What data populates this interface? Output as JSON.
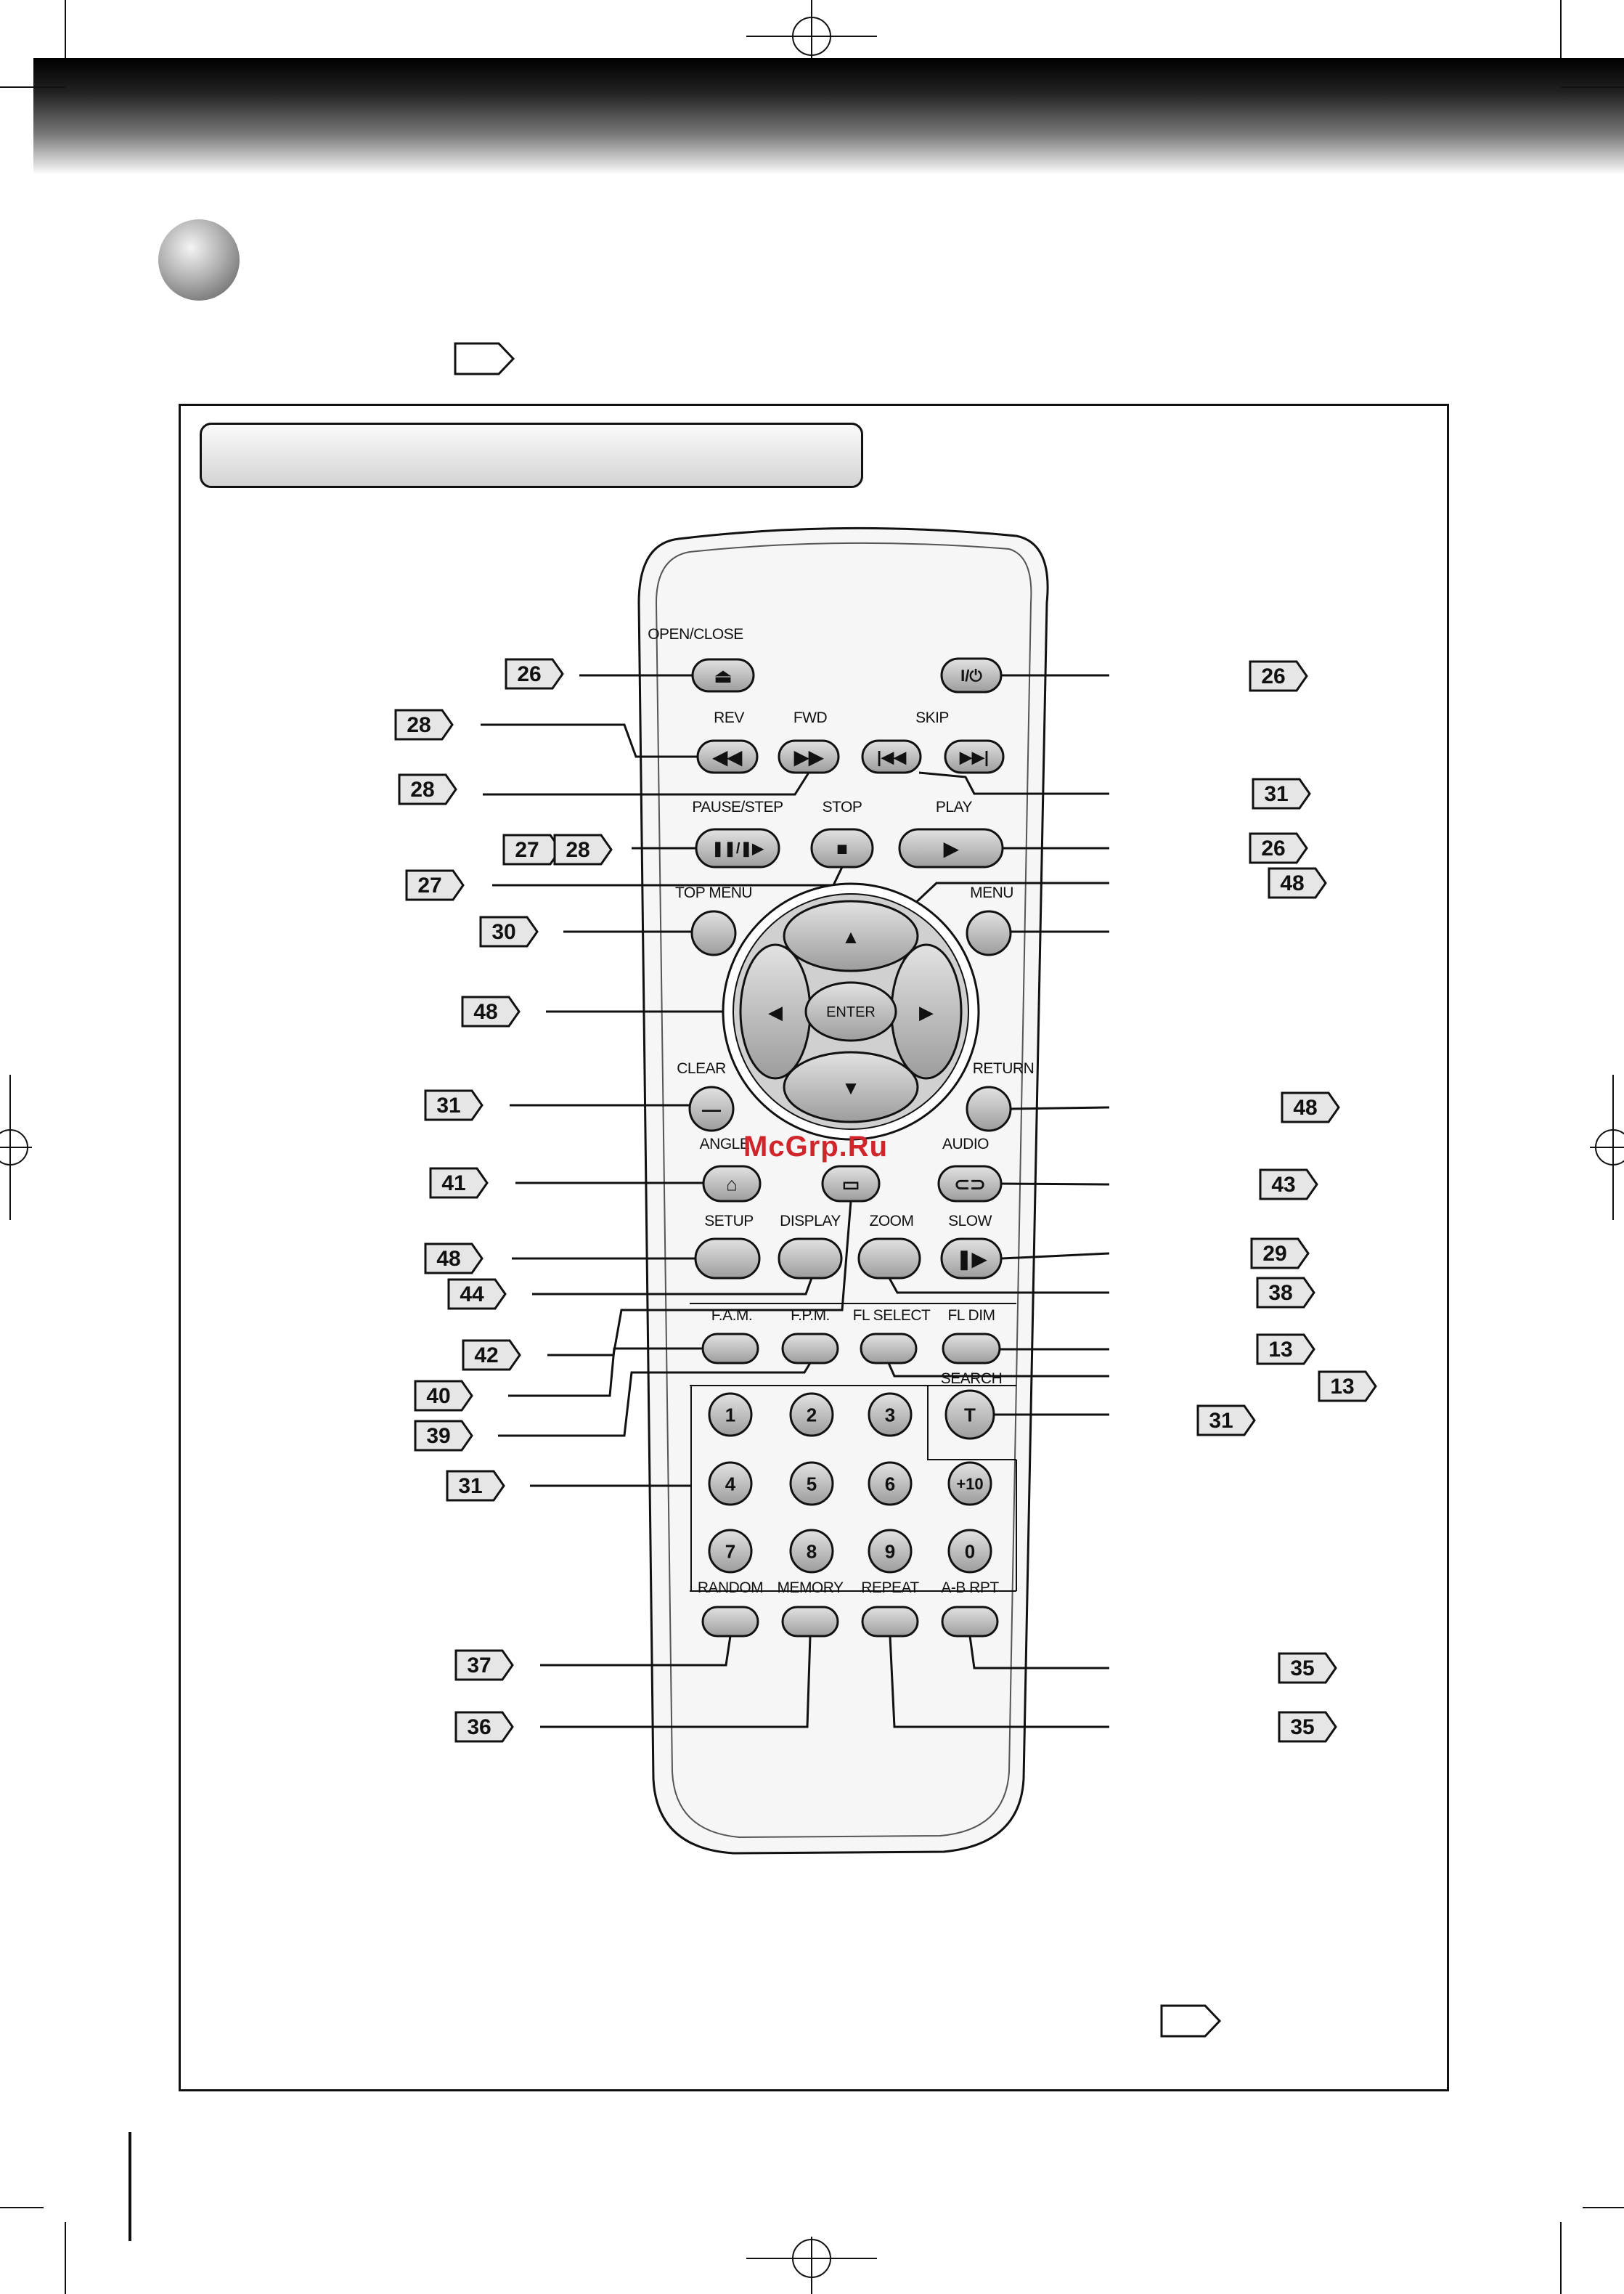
{
  "watermark": "McGrp.Ru",
  "colors": {
    "remote_body": "#f2f2f2",
    "button": "#bdbdbd",
    "ink": "#111111",
    "watermark": "#d0252b"
  },
  "buttons": [
    {
      "id": "open-close",
      "label": "OPEN/CLOSE",
      "symbol": "⏏",
      "icon": "eject-icon"
    },
    {
      "id": "power",
      "label": "",
      "symbol": "I/⏻",
      "icon": "power-icon"
    },
    {
      "id": "rev",
      "label": "REV",
      "symbol": "◀◀",
      "icon": "rewind-icon"
    },
    {
      "id": "fwd",
      "label": "FWD",
      "symbol": "▶▶",
      "icon": "fast-forward-icon"
    },
    {
      "id": "skip-back",
      "label": "SKIP",
      "symbol": "|◀◀",
      "icon": "skip-back-icon"
    },
    {
      "id": "skip-fwd",
      "label": "",
      "symbol": "▶▶|",
      "icon": "skip-forward-icon"
    },
    {
      "id": "pause-step",
      "label": "PAUSE/STEP",
      "symbol": "❚❚/❚▶",
      "icon": "pause-step-icon"
    },
    {
      "id": "stop",
      "label": "STOP",
      "symbol": "■",
      "icon": "stop-icon"
    },
    {
      "id": "play",
      "label": "PLAY",
      "symbol": "▶",
      "icon": "play-icon"
    },
    {
      "id": "top-menu",
      "label": "TOP MENU",
      "symbol": "",
      "icon": ""
    },
    {
      "id": "menu",
      "label": "MENU",
      "symbol": "",
      "icon": ""
    },
    {
      "id": "clear",
      "label": "CLEAR",
      "symbol": "—",
      "icon": "minus-icon"
    },
    {
      "id": "return",
      "label": "RETURN",
      "symbol": "",
      "icon": ""
    },
    {
      "id": "angle",
      "label": "ANGLE",
      "symbol": "⌂",
      "icon": "angle-icon"
    },
    {
      "id": "subtitle",
      "label": "",
      "symbol": "▭",
      "icon": "subtitle-icon"
    },
    {
      "id": "audio",
      "label": "AUDIO",
      "symbol": "⊂⊃",
      "icon": "audio-icon"
    },
    {
      "id": "setup",
      "label": "SETUP",
      "symbol": "",
      "icon": ""
    },
    {
      "id": "display",
      "label": "DISPLAY",
      "symbol": "",
      "icon": ""
    },
    {
      "id": "zoom",
      "label": "ZOOM",
      "symbol": "",
      "icon": ""
    },
    {
      "id": "slow",
      "label": "SLOW",
      "symbol": "❚▶",
      "icon": "slow-icon"
    },
    {
      "id": "fam",
      "label": "F.A.M.",
      "symbol": "",
      "icon": ""
    },
    {
      "id": "fpm",
      "label": "F.P.M.",
      "symbol": "",
      "icon": ""
    },
    {
      "id": "fl-select",
      "label": "FL SELECT",
      "symbol": "",
      "icon": ""
    },
    {
      "id": "fl-dim",
      "label": "FL DIM",
      "symbol": "",
      "icon": ""
    },
    {
      "id": "search",
      "label": "SEARCH",
      "symbol": "T",
      "icon": ""
    },
    {
      "id": "num-1",
      "label": "",
      "symbol": "1",
      "icon": ""
    },
    {
      "id": "num-2",
      "label": "",
      "symbol": "2",
      "icon": ""
    },
    {
      "id": "num-3",
      "label": "",
      "symbol": "3",
      "icon": ""
    },
    {
      "id": "num-4",
      "label": "",
      "symbol": "4",
      "icon": ""
    },
    {
      "id": "num-5",
      "label": "",
      "symbol": "5",
      "icon": ""
    },
    {
      "id": "num-6",
      "label": "",
      "symbol": "6",
      "icon": ""
    },
    {
      "id": "num-plus10",
      "label": "",
      "symbol": "+10",
      "icon": ""
    },
    {
      "id": "num-7",
      "label": "",
      "symbol": "7",
      "icon": ""
    },
    {
      "id": "num-8",
      "label": "",
      "symbol": "8",
      "icon": ""
    },
    {
      "id": "num-9",
      "label": "",
      "symbol": "9",
      "icon": ""
    },
    {
      "id": "num-0",
      "label": "",
      "symbol": "0",
      "icon": ""
    },
    {
      "id": "random",
      "label": "RANDOM",
      "symbol": "",
      "icon": ""
    },
    {
      "id": "memory",
      "label": "MEMORY",
      "symbol": "",
      "icon": ""
    },
    {
      "id": "repeat",
      "label": "REPEAT",
      "symbol": "",
      "icon": ""
    },
    {
      "id": "ab-rpt",
      "label": "A-B RPT",
      "symbol": "",
      "icon": ""
    }
  ],
  "dpad": {
    "enter": "ENTER",
    "up": "▲",
    "down": "▼",
    "left": "◀",
    "right": "▶"
  },
  "page_refs": [
    {
      "id": "r-open-close",
      "value": "26"
    },
    {
      "id": "r-rev",
      "value": "28"
    },
    {
      "id": "r-fwd",
      "value": "28"
    },
    {
      "id": "r-pause-a",
      "value": "27"
    },
    {
      "id": "r-pause-b",
      "value": "28"
    },
    {
      "id": "r-stop",
      "value": "27"
    },
    {
      "id": "r-top-menu",
      "value": "30"
    },
    {
      "id": "r-dpad",
      "value": "48"
    },
    {
      "id": "r-clear",
      "value": "31"
    },
    {
      "id": "r-angle",
      "value": "41"
    },
    {
      "id": "r-setup",
      "value": "48"
    },
    {
      "id": "r-display",
      "value": "44"
    },
    {
      "id": "r-fam",
      "value": "42"
    },
    {
      "id": "r-subtitle",
      "value": "40"
    },
    {
      "id": "r-fpm",
      "value": "39"
    },
    {
      "id": "r-numpad",
      "value": "31"
    },
    {
      "id": "r-random",
      "value": "37"
    },
    {
      "id": "r-memory",
      "value": "36"
    },
    {
      "id": "r-power",
      "value": "26"
    },
    {
      "id": "r-skip",
      "value": "31"
    },
    {
      "id": "r-play",
      "value": "26"
    },
    {
      "id": "r-enter",
      "value": "48"
    },
    {
      "id": "r-return",
      "value": "48"
    },
    {
      "id": "r-audio",
      "value": "43"
    },
    {
      "id": "r-slow",
      "value": "29"
    },
    {
      "id": "r-zoom",
      "value": "38"
    },
    {
      "id": "r-fl-dim",
      "value": "13"
    },
    {
      "id": "r-fl-select",
      "value": "13"
    },
    {
      "id": "r-search",
      "value": "31"
    },
    {
      "id": "r-ab-rpt",
      "value": "35"
    },
    {
      "id": "r-repeat",
      "value": "35"
    }
  ]
}
